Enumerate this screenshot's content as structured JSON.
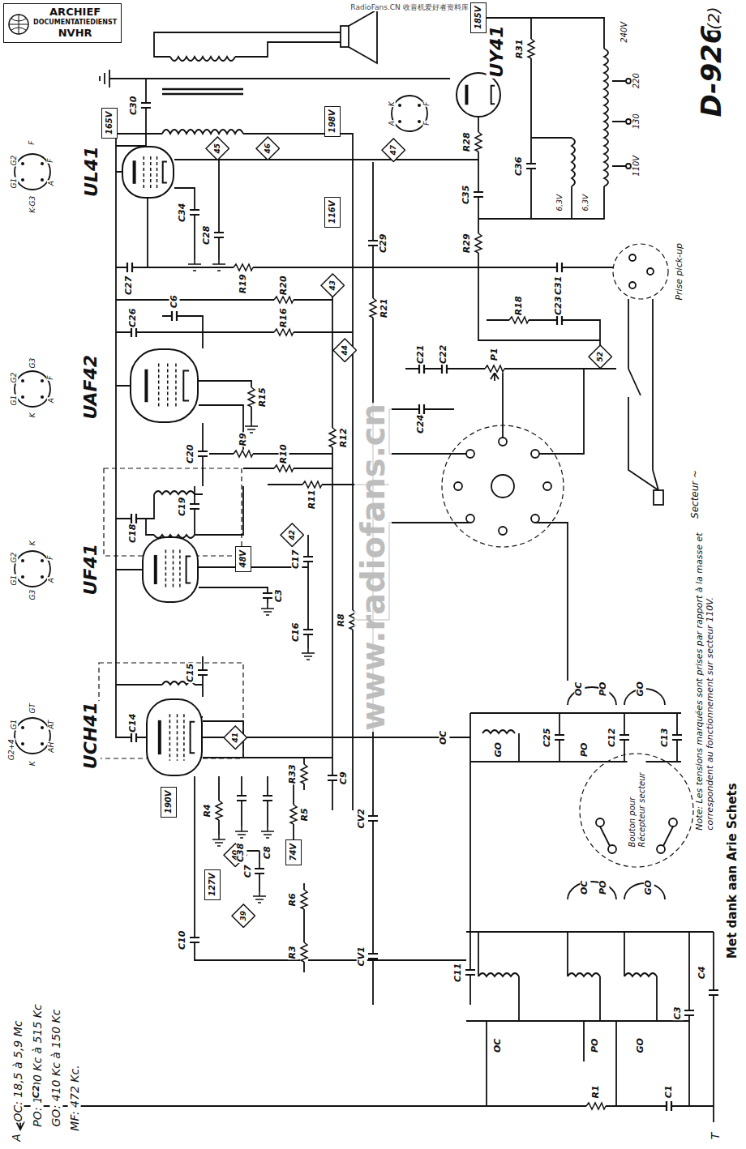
{
  "diagram": {
    "title": "D-926",
    "nodes": [
      {
        "text": [
          "ARCHIEF",
          "DOCUMENTATIEDIENST",
          "NVHR"
        ]
      },
      {
        "text": [
          "UY41"
        ]
      },
      {
        "text": [
          "UL41"
        ]
      },
      {
        "text": [
          "UAF42"
        ]
      },
      {
        "text": [
          "UF41"
        ]
      },
      {
        "text": [
          "UCH41"
        ]
      },
      {
        "text": [
          "185V"
        ]
      },
      {
        "text": [
          "165V"
        ]
      },
      {
        "text": [
          "198V"
        ]
      },
      {
        "text": [
          "116V"
        ]
      },
      {
        "text": [
          "48V"
        ]
      },
      {
        "text": [
          "190V"
        ]
      },
      {
        "text": [
          "74V"
        ]
      },
      {
        "text": [
          "127V"
        ]
      },
      {
        "text": [
          "45"
        ]
      },
      {
        "text": [
          "46"
        ]
      },
      {
        "text": [
          "47"
        ]
      },
      {
        "text": [
          "43"
        ]
      },
      {
        "text": [
          "44"
        ]
      },
      {
        "text": [
          "52"
        ]
      },
      {
        "text": [
          "42"
        ]
      },
      {
        "text": [
          "41"
        ]
      },
      {
        "text": [
          "40"
        ]
      },
      {
        "text": [
          "39"
        ]
      }
    ],
    "labels": [
      "(2)",
      "RadioFans.CN 收音机爱好者资料库",
      "www.radiofans.cn",
      "Note: Les tensions marquées sont prises par rapport à la masse et correspondent au fonctionnement sur secteur 110V.",
      "Met dank aan Arie Schets",
      "OC: 18,5 à 5,9 Mc",
      "PO: 1600 Kc à 515 Kc",
      "GO: 410 Kc à 150 Kc",
      "MF: 472 Kc.",
      "A",
      "T",
      "Secteur ~",
      "Prise pick-up",
      "Bouton pour Récepteur secteur",
      "240V",
      "220",
      "130",
      "110V",
      "6,3V",
      "6,3V",
      "C30",
      "R31",
      "C36",
      "R28",
      "C35",
      "R29",
      "C31",
      "C27",
      "R19",
      "C34",
      "C28",
      "C26",
      "C6",
      "R20",
      "R16",
      "R21",
      "C29",
      "R15",
      "C21",
      "C22",
      "P1",
      "R18",
      "C23",
      "C24",
      "C20",
      "R9",
      "R10",
      "R11",
      "R12",
      "C19",
      "C18",
      "C17",
      "C3",
      "C16",
      "R8",
      "C15",
      "C14",
      "R33",
      "C9",
      "C38",
      "C8",
      "R4",
      "R5",
      "C7",
      "R6",
      "R3",
      "C10",
      "CV2",
      "CV1",
      "C11",
      "C25",
      "C12",
      "C13",
      "C2",
      "R1",
      "C1",
      "C3",
      "C4",
      "OC",
      "GO",
      "PO",
      "OC",
      "PO",
      "GO",
      "OC",
      "PO",
      "GO",
      "OC",
      "PO",
      "GO",
      "G2",
      "G1",
      "K-G3",
      "A",
      "F",
      "F",
      "G2",
      "G1",
      "K",
      "A",
      "F",
      "G3",
      "G2",
      "G1",
      "G3",
      "A",
      "F",
      "K",
      "G1",
      "G2+4",
      "K",
      "AH",
      "AT",
      "GT",
      "K",
      "A",
      "F",
      "F"
    ]
  }
}
